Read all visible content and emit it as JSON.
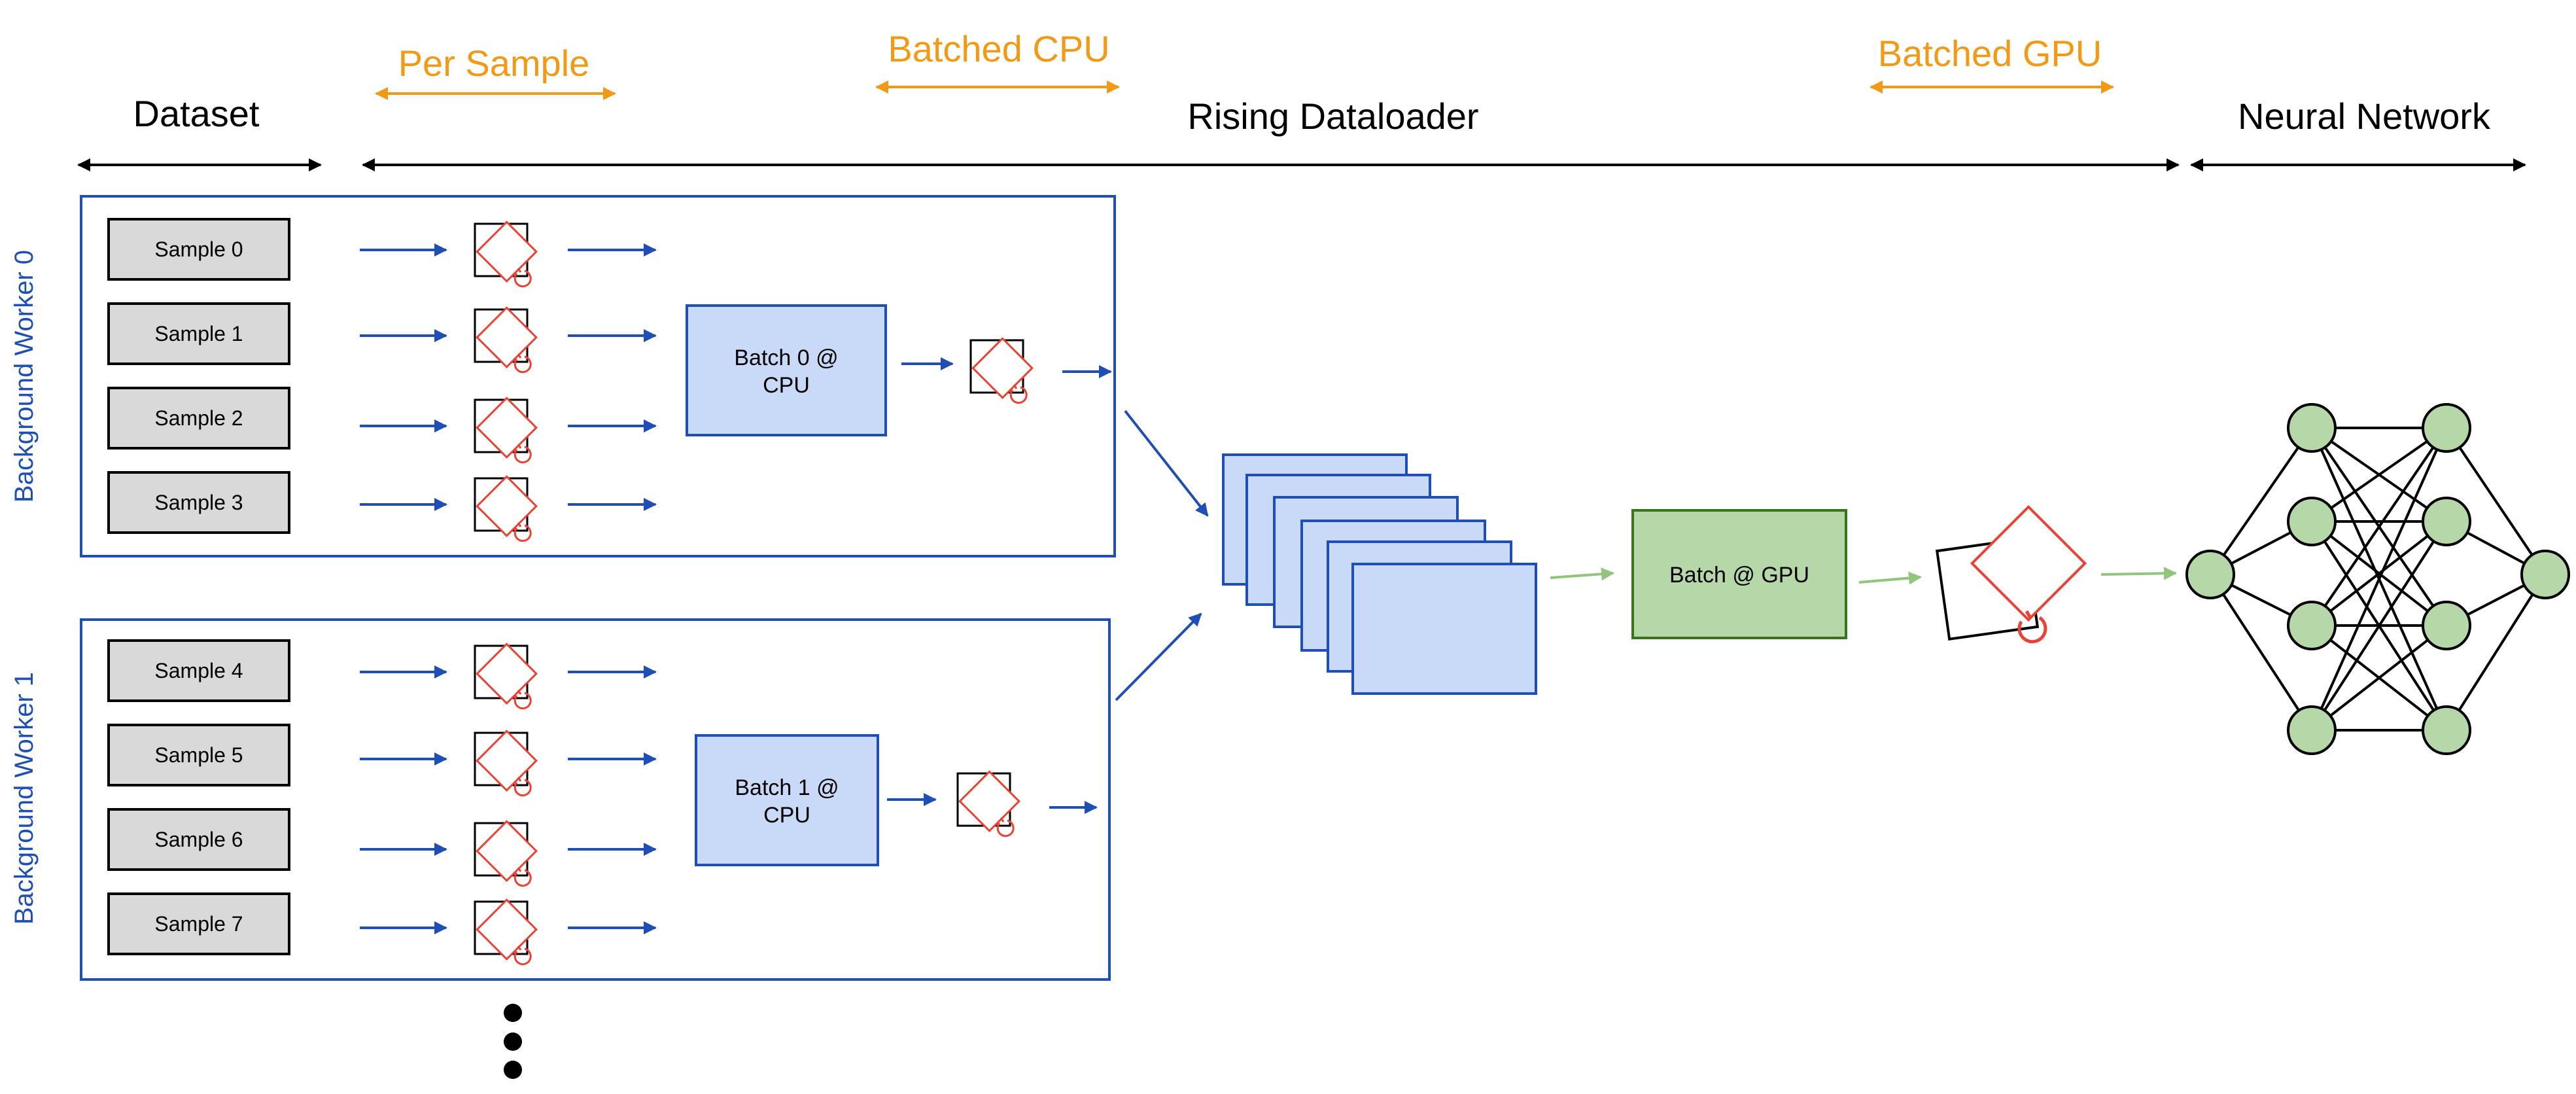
{
  "headers": {
    "dataset": "Dataset",
    "per_sample": "Per Sample",
    "batched_cpu": "Batched CPU",
    "rising_dataloader": "Rising Dataloader",
    "batched_gpu": "Batched GPU",
    "neural_network": "Neural Network"
  },
  "workers": [
    {
      "label": "Background Worker 0",
      "samples": [
        "Sample 0",
        "Sample 1",
        "Sample 2",
        "Sample 3"
      ],
      "batch_line1": "Batch 0 @",
      "batch_line2": "CPU"
    },
    {
      "label": "Background Worker 1",
      "samples": [
        "Sample 4",
        "Sample 5",
        "Sample 6",
        "Sample 7"
      ],
      "batch_line1": "Batch 1 @",
      "batch_line2": "CPU"
    }
  ],
  "gpu_batch": "Batch @ GPU",
  "colors": {
    "orange": "#f29a16",
    "blue": "#1f4fb4",
    "batch_fill": "#c9daf8",
    "gpu_fill": "#b6d7a8",
    "gpu_stroke": "#38761d",
    "sample_fill": "#d9d9d9",
    "transform_red": "#ea4335",
    "node_fill": "#b6d7a8",
    "green_arrow": "#93c47d"
  },
  "icons": {
    "transform": "rotate-transform-icon",
    "network": "neural-network-icon"
  }
}
